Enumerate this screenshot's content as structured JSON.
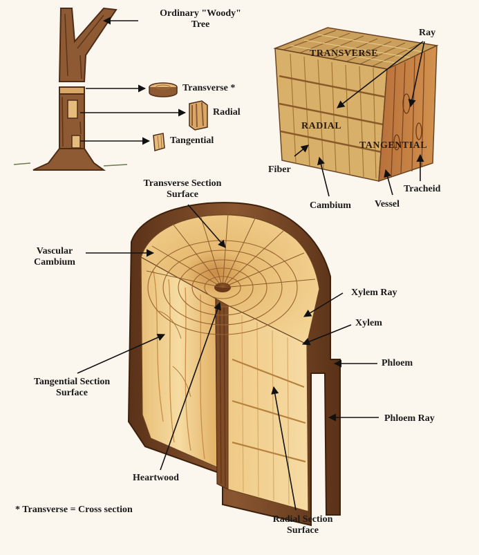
{
  "labels": {
    "ordinary_tree": "Ordinary \"Woody\"",
    "ordinary_tree_line2": "Tree",
    "transverse_small": "Transverse *",
    "radial_small": "Radial",
    "tangential_small": "Tangential",
    "ray": "Ray",
    "face_transverse": "TRANSVERSE",
    "face_radial": "RADIAL",
    "face_tangential": "TANGENTIAL",
    "fiber": "Fiber",
    "cambium": "Cambium",
    "vessel": "Vessel",
    "tracheid": "Tracheid",
    "transverse_section_line1": "Transverse Section",
    "transverse_section_line2": "Surface",
    "vascular_cambium_line1": "Vascular",
    "vascular_cambium_line2": "Cambium",
    "xylem_ray": "Xylem Ray",
    "xylem": "Xylem",
    "phloem": "Phloem",
    "tangential_section_line1": "Tangential Section",
    "tangential_section_line2": "Surface",
    "phloem_ray": "Phloem Ray",
    "heartwood": "Heartwood",
    "footnote": "* Transverse = Cross section",
    "radial_section_line1": "Radial Section",
    "radial_section_line2": "Surface"
  },
  "colors": {
    "background": "#fbf6ee",
    "bark": "#7a4a2a",
    "bark_dark": "#4e2c16",
    "wood_light": "#f2cf8a",
    "wood_mid": "#e2b166",
    "wood_dark": "#b9803f",
    "arrow": "#111111"
  }
}
